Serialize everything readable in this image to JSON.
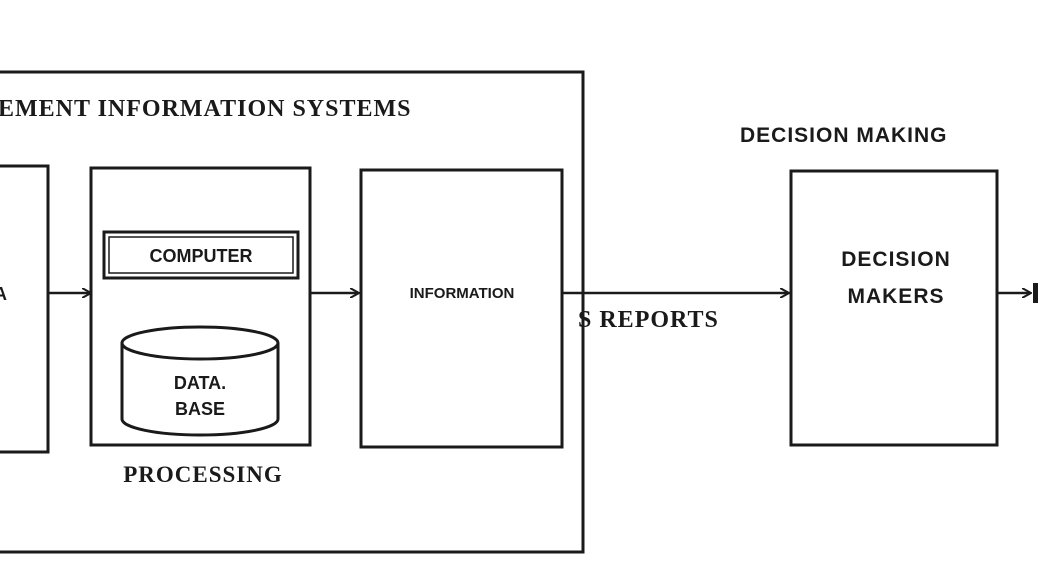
{
  "diagram": {
    "mis_title": "EMENT INFORMATION SYSTEMS",
    "decision_making_title": "DECISION MAKING",
    "data_box_label": "A",
    "computer_label": "COMPUTER",
    "database_line1": "DATA.",
    "database_line2": "BASE",
    "processing_label": "PROCESSING",
    "information_label": "INFORMATION",
    "reports_label": "S REPORTS",
    "decision_makers_line1": "DECISION",
    "decision_makers_line2": "MAKERS"
  },
  "colors": {
    "ink": "#1a1a1a",
    "background": "#ffffff"
  }
}
